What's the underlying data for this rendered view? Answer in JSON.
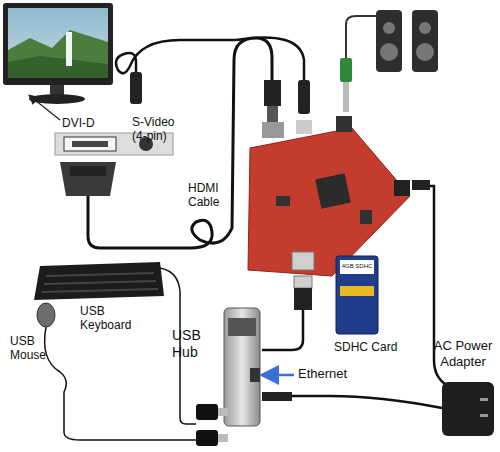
{
  "diagram": {
    "labels": [
      "DVI-D",
      "S-Video (4-pin)",
      "HDMI Cable",
      "USB Keyboard",
      "USB Mouse",
      "USB Hub",
      "SDHC Card",
      "4GB SDHC",
      "Ethernet",
      "AC Power Adapter"
    ]
  }
}
